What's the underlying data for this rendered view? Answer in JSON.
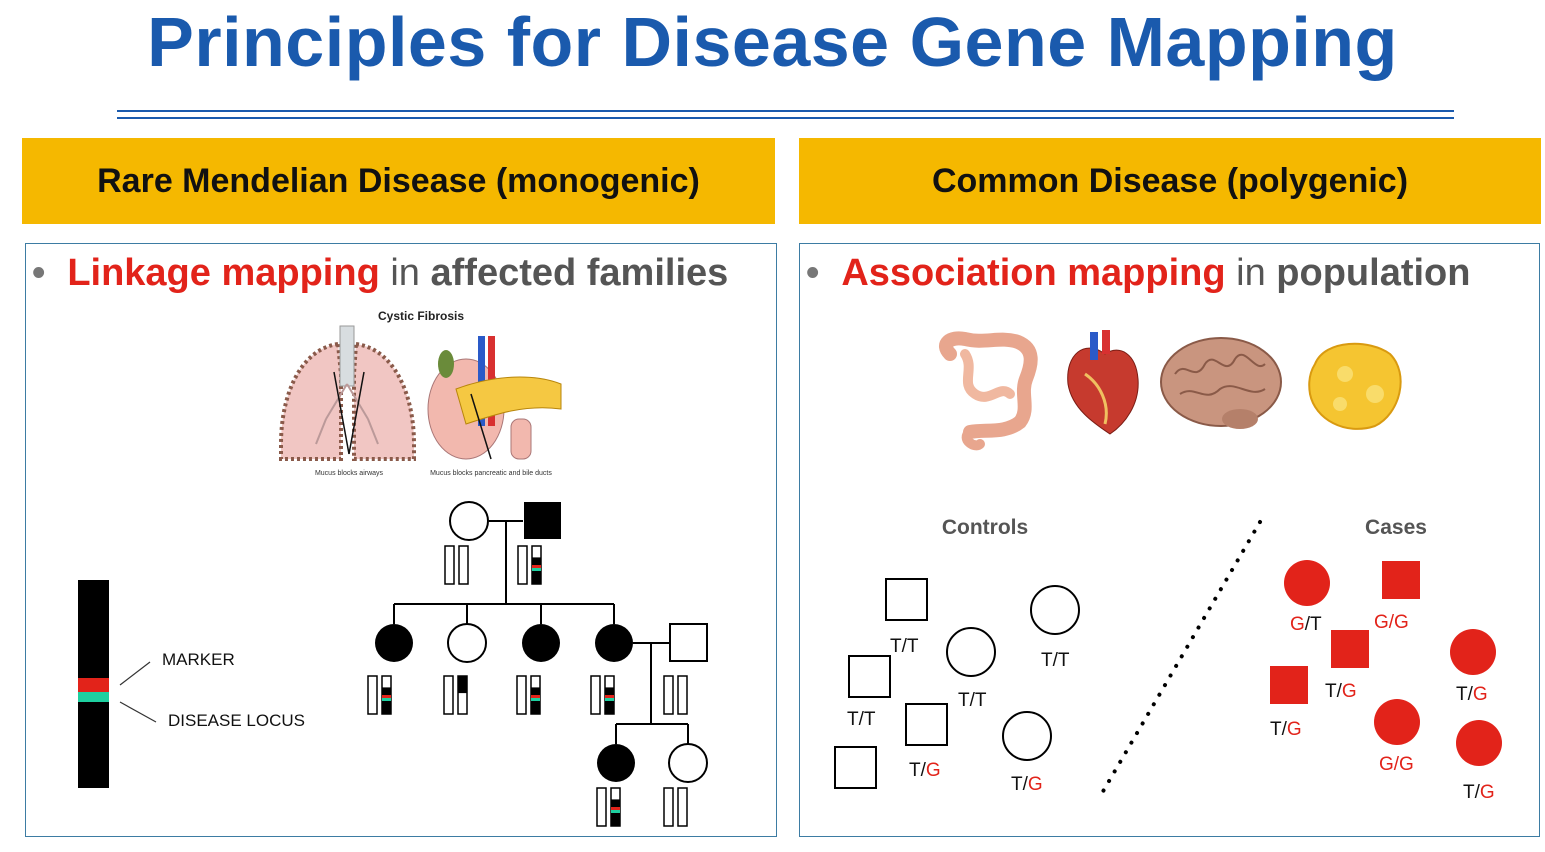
{
  "title": "Principles for Disease Gene Mapping",
  "left": {
    "header": "Rare Mendelian Disease (monogenic)",
    "bullet_dot": "•",
    "bullet_highlight": "Linkage mapping",
    "bullet_connector": " in ",
    "bullet_tail": "affected families",
    "figure_title": "Cystic Fibrosis",
    "caption_lungs": "Mucus blocks airways",
    "caption_pancreas": "Mucus blocks pancreatic and bile ducts",
    "marker_label": "MARKER",
    "locus_label": "DISEASE LOCUS"
  },
  "right": {
    "header": "Common Disease (polygenic)",
    "bullet_dot": "•",
    "bullet_highlight": "Association mapping",
    "bullet_connector": " in ",
    "bullet_tail": "population",
    "controls_label": "Controls",
    "cases_label": "Cases",
    "organs": [
      "intestine-icon",
      "heart-icon",
      "brain-icon",
      "fat-tissue-icon"
    ]
  },
  "colors": {
    "title": "#1a5aad",
    "header_bg": "#f5b800",
    "highlight": "#e2231a",
    "border": "#3d7ca3"
  }
}
